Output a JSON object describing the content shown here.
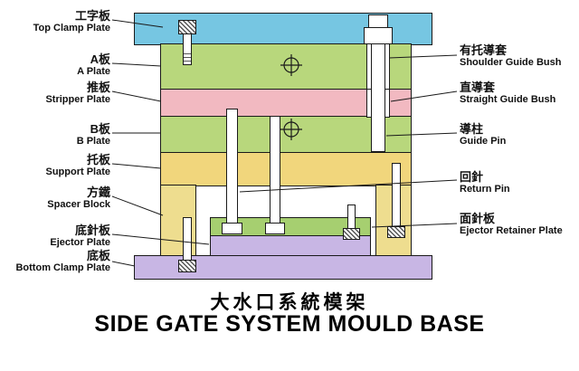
{
  "diagram": {
    "title_zh": "大水口系統模架",
    "title_en": "SIDE GATE SYSTEM MOULD BASE"
  },
  "left_labels": [
    {
      "zh": "工字板",
      "en": "Top Clamp Plate"
    },
    {
      "zh": "A板",
      "en": "A Plate"
    },
    {
      "zh": "推板",
      "en": "Stripper Plate"
    },
    {
      "zh": "B板",
      "en": "B Plate"
    },
    {
      "zh": "托板",
      "en": "Support Plate"
    },
    {
      "zh": "方鐵",
      "en": "Spacer Block"
    },
    {
      "zh": "底針板",
      "en": "Ejector Plate"
    },
    {
      "zh": "底板",
      "en": "Bottom Clamp Plate"
    }
  ],
  "right_labels": [
    {
      "zh": "有托導套",
      "en": "Shoulder Guide Bush"
    },
    {
      "zh": "直導套",
      "en": "Straight Guide Bush"
    },
    {
      "zh": "導柱",
      "en": "Guide Pin"
    },
    {
      "zh": "回針",
      "en": "Return Pin"
    },
    {
      "zh": "面針板",
      "en": "Ejector Retainer Plate"
    }
  ],
  "colors": {
    "top_clamp_plate": "#76c6e2",
    "a_plate": "#b8d77c",
    "stripper_plate": "#f2b9c1",
    "b_plate": "#b8d77c",
    "support_plate": "#f1d67c",
    "spacer_block": "#eedd8f",
    "ejector_retainer_plate": "#a6cf70",
    "ejector_plate": "#c8b6e4",
    "bottom_clamp_plate": "#c8b6e4",
    "background": "#ffffff",
    "line": "#1a1a1a"
  }
}
